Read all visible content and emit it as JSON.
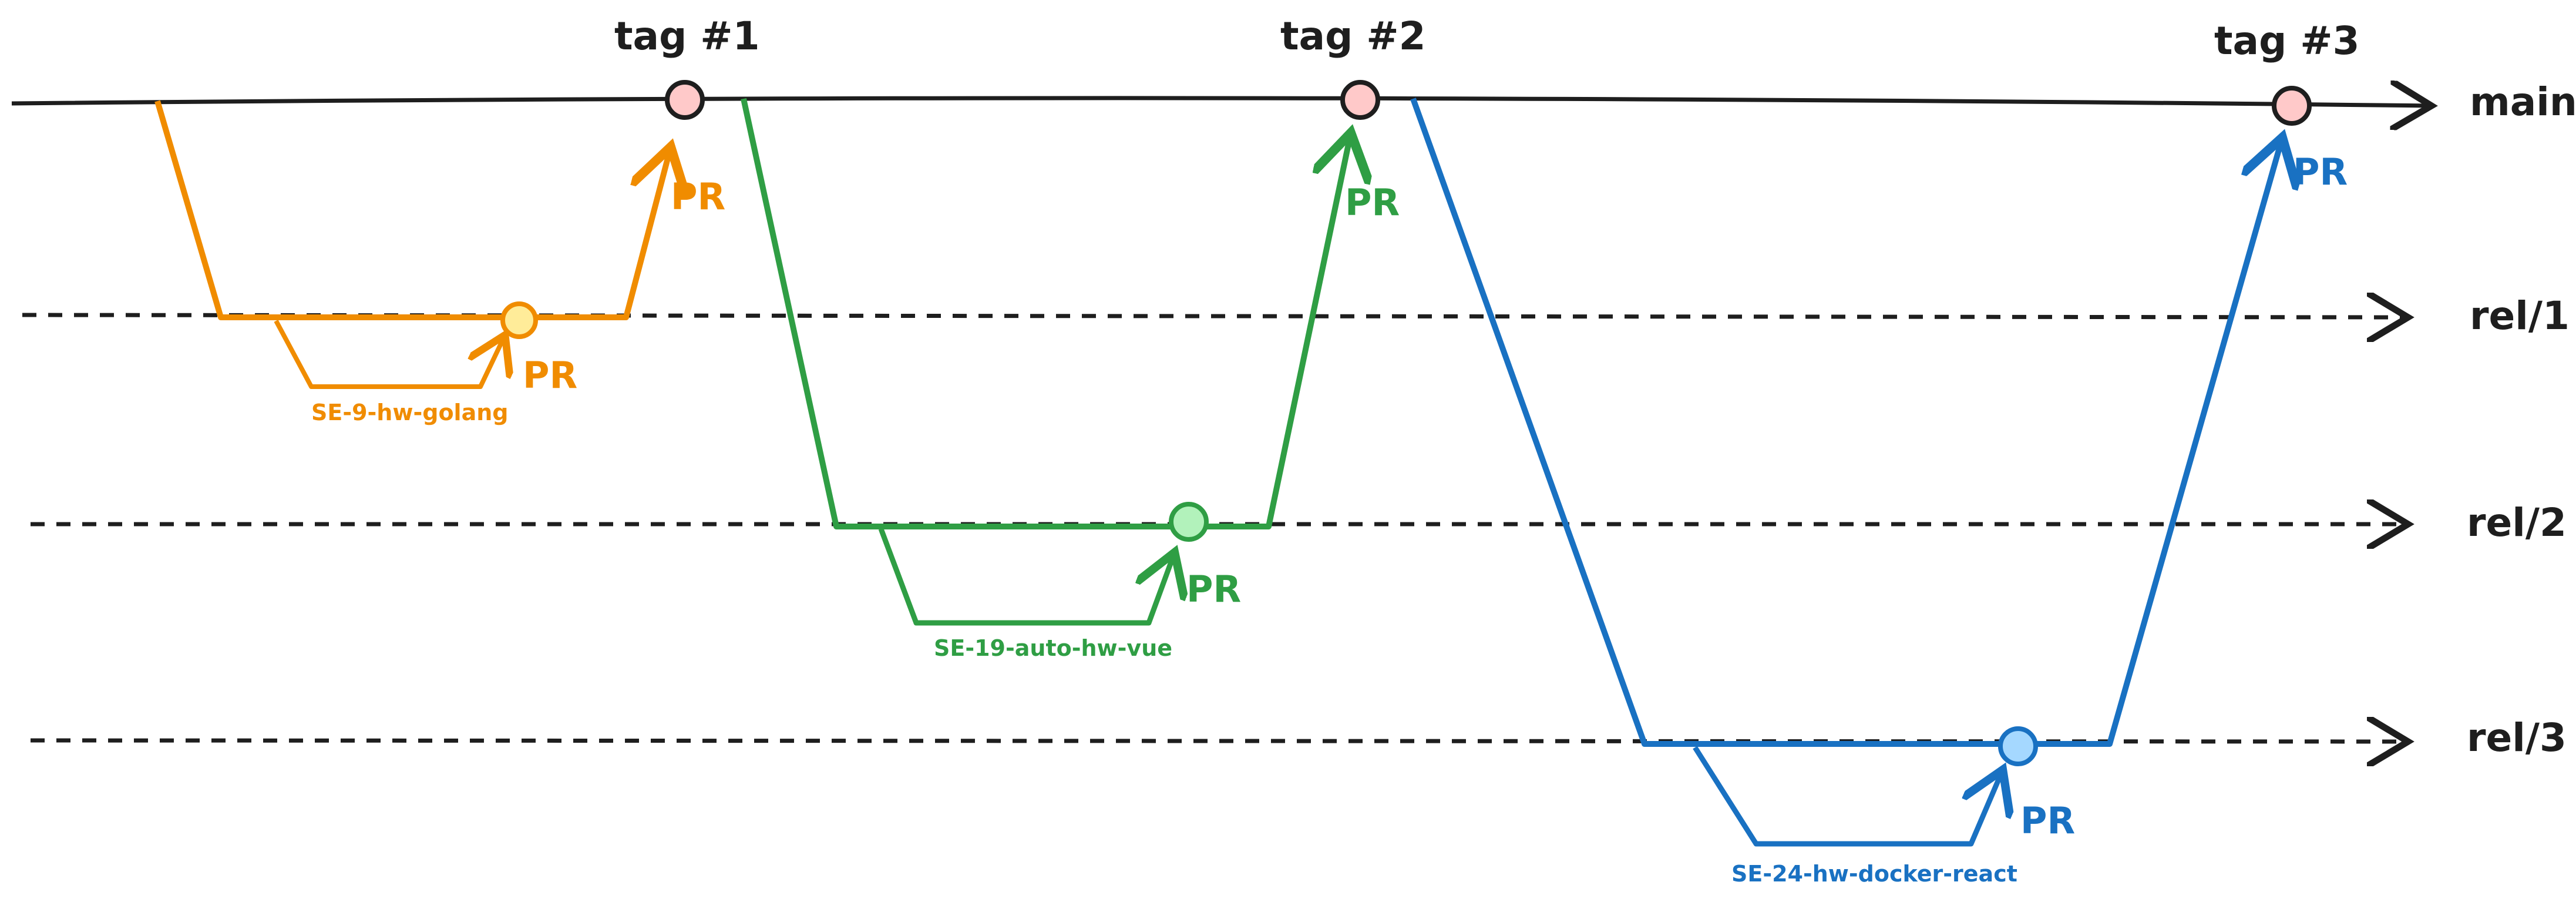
{
  "colors": {
    "ink": "#1e1e1e",
    "tag_fill": "#ffc9c9",
    "orange": "#f08c00",
    "orange_fill": "#ffec99",
    "green": "#2f9e44",
    "green_fill": "#b2f2bb",
    "blue": "#1971c2",
    "blue_fill": "#a5d8ff"
  },
  "lanes": {
    "main": "main",
    "rel1": "rel/1",
    "rel2": "rel/2",
    "rel3": "rel/3"
  },
  "tags": {
    "tag1": "tag #1",
    "tag2": "tag #2",
    "tag3": "tag #3"
  },
  "flows": [
    {
      "branch": "SE-9-hw-golang",
      "pr_label": "PR",
      "merge_label": "PR"
    },
    {
      "branch": "SE-19-auto-hw-vue",
      "pr_label": "PR",
      "merge_label": "PR"
    },
    {
      "branch": "SE-24-hw-docker-react",
      "pr_label": "PR",
      "merge_label": "PR"
    }
  ]
}
